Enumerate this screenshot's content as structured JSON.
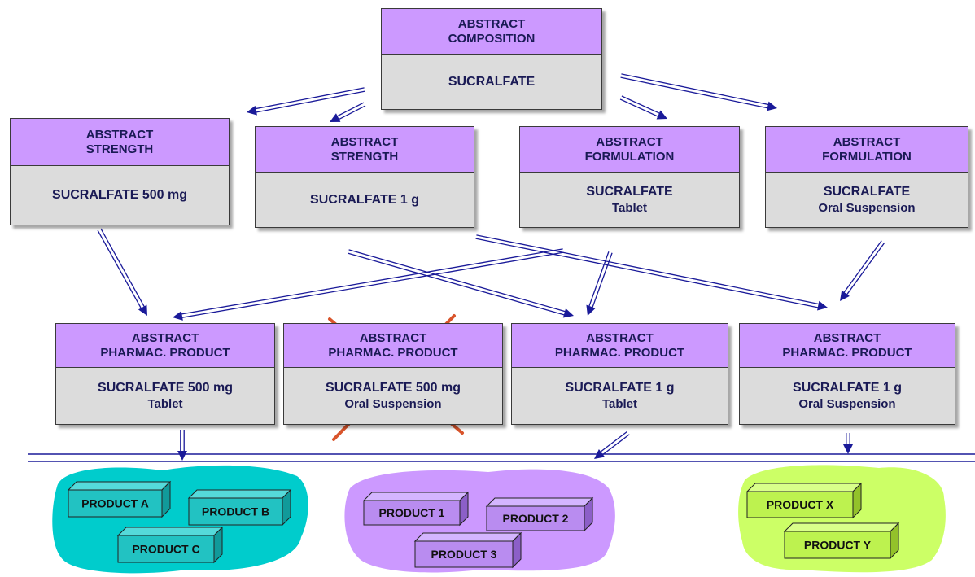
{
  "top": {
    "title1": "ABSTRACT",
    "title2": "COMPOSITION",
    "body1": "SUCRALFATE"
  },
  "level2": [
    {
      "title1": "ABSTRACT",
      "title2": "STRENGTH",
      "body1": "SUCRALFATE 500 mg",
      "body2": ""
    },
    {
      "title1": "ABSTRACT",
      "title2": "STRENGTH",
      "body1": "SUCRALFATE 1 g",
      "body2": ""
    },
    {
      "title1": "ABSTRACT",
      "title2": "FORMULATION",
      "body1": "SUCRALFATE",
      "body2": "Tablet"
    },
    {
      "title1": "ABSTRACT",
      "title2": "FORMULATION",
      "body1": "SUCRALFATE",
      "body2": "Oral Suspension"
    }
  ],
  "level3": [
    {
      "title1": "ABSTRACT",
      "title2": "PHARMAC. PRODUCT",
      "body1": "SUCRALFATE 500 mg",
      "body2": "Tablet",
      "crossed": false
    },
    {
      "title1": "ABSTRACT",
      "title2": "PHARMAC. PRODUCT",
      "body1": "SUCRALFATE 500 mg",
      "body2": "Oral Suspension",
      "crossed": true
    },
    {
      "title1": "ABSTRACT",
      "title2": "PHARMAC. PRODUCT",
      "body1": "SUCRALFATE 1 g",
      "body2": "Tablet",
      "crossed": false
    },
    {
      "title1": "ABSTRACT",
      "title2": "PHARMAC. PRODUCT",
      "body1": "SUCRALFATE 1 g",
      "body2": "Oral Suspension",
      "crossed": false
    }
  ],
  "products": {
    "group_a": [
      "PRODUCT A",
      "PRODUCT B",
      "PRODUCT C"
    ],
    "group_b": [
      "PRODUCT 1",
      "PRODUCT 2",
      "PRODUCT 3"
    ],
    "group_c": [
      "PRODUCT X",
      "PRODUCT Y"
    ]
  },
  "colors": {
    "header": "#cc99ff",
    "body": "#dcdcdc",
    "arrow": "#1a1a99",
    "cross": "#d9542b",
    "cluster_a": "#00cccc",
    "cluster_b": "#cc99ff",
    "cluster_c": "#ccff66"
  }
}
